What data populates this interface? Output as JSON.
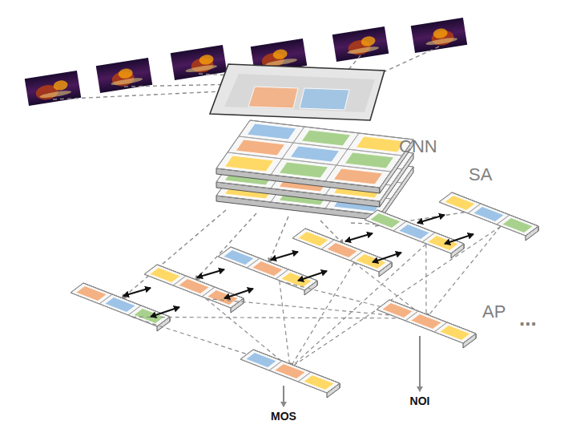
{
  "diagram": {
    "labels": [
      "CNN",
      "SA",
      "AP",
      "...",
      "MOS",
      "NOI"
    ]
  }
}
